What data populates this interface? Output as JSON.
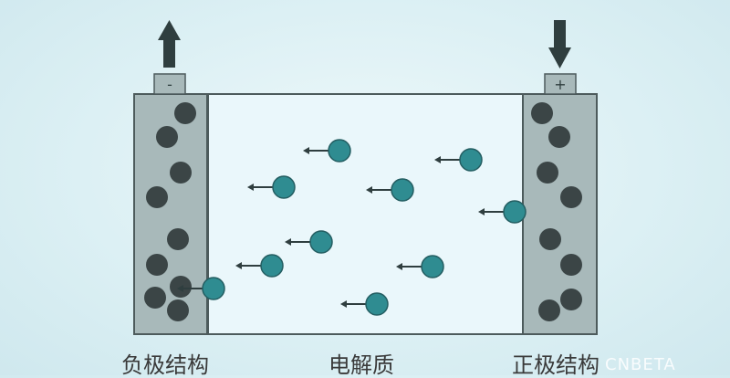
{
  "labels": {
    "negative": "负极结构",
    "electrolyte": "电解质",
    "positive": "正极结构"
  },
  "terminals": {
    "negative_sign": "-",
    "positive_sign": "+"
  },
  "watermark": "CNBETA",
  "colors": {
    "background": "#dcf0f4",
    "cell_fill": "#eaf7fb",
    "electrode_fill": "#a8b9ba",
    "electrode_stroke": "#4d5b5c",
    "electrode_particle": "#3b4546",
    "ion": "#2f8c91",
    "ion_stroke": "#245e62",
    "arrow": "#2f3e3f"
  },
  "icons": {
    "negative_terminal_arrow": "arrow-up-icon",
    "positive_terminal_arrow": "arrow-down-icon"
  }
}
